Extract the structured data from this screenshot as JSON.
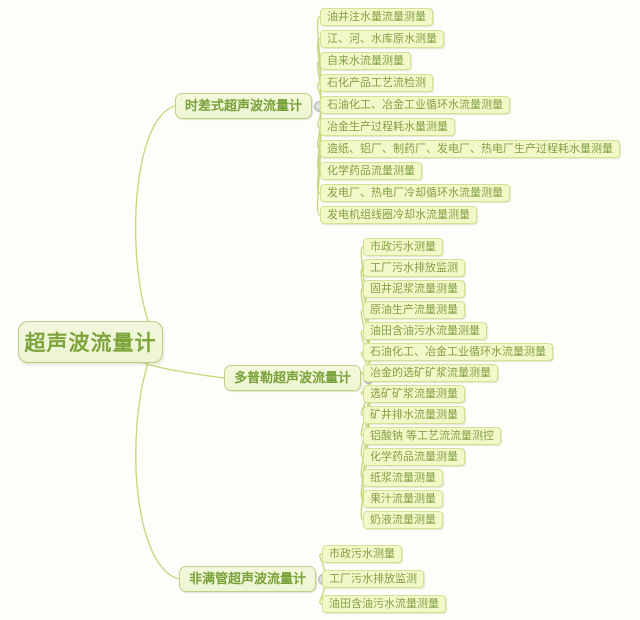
{
  "root": {
    "label": "超声波流量计"
  },
  "branches": [
    {
      "label": "时差式超声波流量计",
      "leaves": [
        "油井注水量流量测量",
        "江、河、水库原水测量",
        "自来水流量测量",
        "石化产品工艺流检测",
        "石油化工、冶金工业循环水流量测量",
        "冶金生产过程耗水量测量",
        "造纸、铝厂、制药厂、发电厂、热电厂生产过程耗水量测量",
        "化学药品流量测量",
        "发电厂、热电厂冷却循环水流量测量",
        "发电机组线圈冷却水流量测量"
      ]
    },
    {
      "label": "多普勒超声波流量计",
      "leaves": [
        "市政污水测量",
        "工厂污水排放监测",
        "固井泥浆流量测量",
        "原油生产流量测量",
        "油田含油污水流量测量",
        "石油化工、冶金工业循环水流量测量",
        "冶金的选矿矿浆流量测量",
        "选矿矿浆流量测量",
        "矿井排水流量测量",
        "铝酸钠 等工艺流流量测控",
        "化学药品流量测量",
        "纸浆流量测量",
        "果汁流量测量",
        "奶液流量测量"
      ]
    },
    {
      "label": "非满管超声波流量计",
      "leaves": [
        "市政污水测量",
        "工厂污水排放监测",
        "油田含油污水流量测量"
      ]
    }
  ],
  "icons": {
    "collapse_toggle": "minus-circle-icon"
  },
  "colors": {
    "canvas_bg": "#fdfdfa",
    "root_bg": "#edf4d3",
    "root_border": "#b9cc85",
    "root_text": "#7da43a",
    "branch_bg": "#eef5d3",
    "branch_border": "#bed188",
    "branch_text": "#79a139",
    "leaf_bg": "#f3f8c9",
    "leaf_border": "#d4e194",
    "leaf_text": "#839f45",
    "connector": "#c9d880",
    "toggle_bg": "#c6ccc4",
    "toggle_glyph": "#f2f5ef"
  }
}
